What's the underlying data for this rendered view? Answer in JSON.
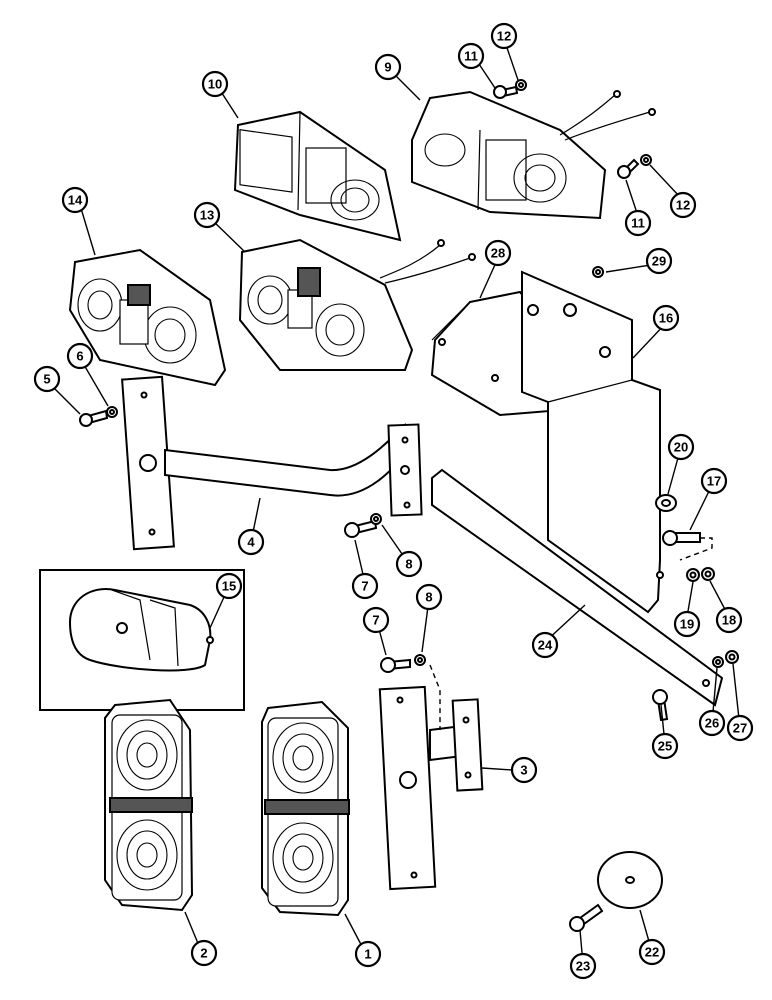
{
  "callouts": [
    {
      "id": "c1",
      "label": "1"
    },
    {
      "id": "c2",
      "label": "2"
    },
    {
      "id": "c3",
      "label": "3"
    },
    {
      "id": "c4",
      "label": "4"
    },
    {
      "id": "c5",
      "label": "5"
    },
    {
      "id": "c6",
      "label": "6"
    },
    {
      "id": "c7a",
      "label": "7"
    },
    {
      "id": "c7b",
      "label": "7"
    },
    {
      "id": "c8a",
      "label": "8"
    },
    {
      "id": "c8b",
      "label": "8"
    },
    {
      "id": "c9",
      "label": "9"
    },
    {
      "id": "c10",
      "label": "10"
    },
    {
      "id": "c11a",
      "label": "11"
    },
    {
      "id": "c11b",
      "label": "11"
    },
    {
      "id": "c12a",
      "label": "12"
    },
    {
      "id": "c12b",
      "label": "12"
    },
    {
      "id": "c13",
      "label": "13"
    },
    {
      "id": "c14",
      "label": "14"
    },
    {
      "id": "c15",
      "label": "15"
    },
    {
      "id": "c16",
      "label": "16"
    },
    {
      "id": "c17",
      "label": "17"
    },
    {
      "id": "c18",
      "label": "18"
    },
    {
      "id": "c19",
      "label": "19"
    },
    {
      "id": "c20",
      "label": "20"
    },
    {
      "id": "c22",
      "label": "22"
    },
    {
      "id": "c23",
      "label": "23"
    },
    {
      "id": "c24",
      "label": "24"
    },
    {
      "id": "c25",
      "label": "25"
    },
    {
      "id": "c26",
      "label": "26"
    },
    {
      "id": "c27",
      "label": "27"
    },
    {
      "id": "c28",
      "label": "28"
    },
    {
      "id": "c29",
      "label": "29"
    }
  ]
}
